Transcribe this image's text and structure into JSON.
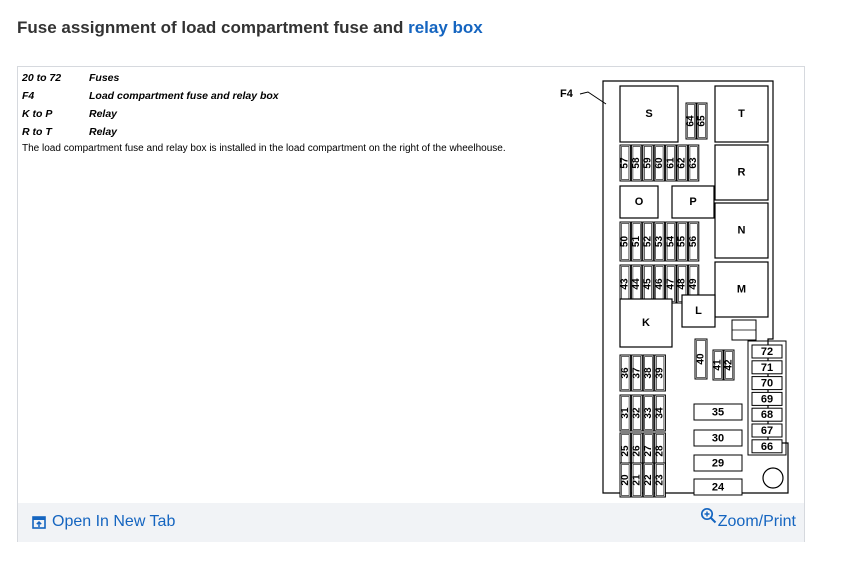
{
  "header": {
    "title_prefix": "Fuse assignment of load compartment fuse and ",
    "title_link": "relay box"
  },
  "legend": [
    {
      "key": "20 to 72",
      "value": "Fuses"
    },
    {
      "key": "F4",
      "value": "Load compartment fuse and relay box"
    },
    {
      "key": "K to P",
      "value": "Relay"
    },
    {
      "key": "R to T",
      "value": "Relay"
    }
  ],
  "description": "The load compartment fuse and relay box is installed in the load compartment on the right of the wheelhouse.",
  "diagram": {
    "callout": "F4",
    "relays": {
      "S": "S",
      "T": "T",
      "R": "R",
      "O": "O",
      "P": "P",
      "N": "N",
      "M": "M",
      "K": "K",
      "L": "L"
    },
    "fuses_vertical": {
      "row_64": [
        "64",
        "65"
      ],
      "row_57": [
        "57",
        "58",
        "59",
        "60",
        "61",
        "62",
        "63"
      ],
      "row_50": [
        "50",
        "51",
        "52",
        "53",
        "54",
        "55",
        "56"
      ],
      "row_43": [
        "43",
        "44",
        "45",
        "46",
        "47",
        "48",
        "49"
      ],
      "row_36": [
        "36",
        "37",
        "38",
        "39"
      ],
      "row_31": [
        "31",
        "32",
        "33",
        "34"
      ],
      "row_25": [
        "25",
        "26",
        "27",
        "28"
      ],
      "row_20": [
        "20",
        "21",
        "22",
        "23"
      ],
      "mid": [
        "40",
        "41",
        "42"
      ]
    },
    "fuses_horizontal": {
      "center": [
        "35",
        "30",
        "29",
        "24"
      ],
      "right": [
        "72",
        "71",
        "70",
        "69",
        "68",
        "67",
        "66"
      ]
    }
  },
  "footer": {
    "open_label": "Open In New Tab",
    "zoom_label": "Zoom/Print"
  }
}
